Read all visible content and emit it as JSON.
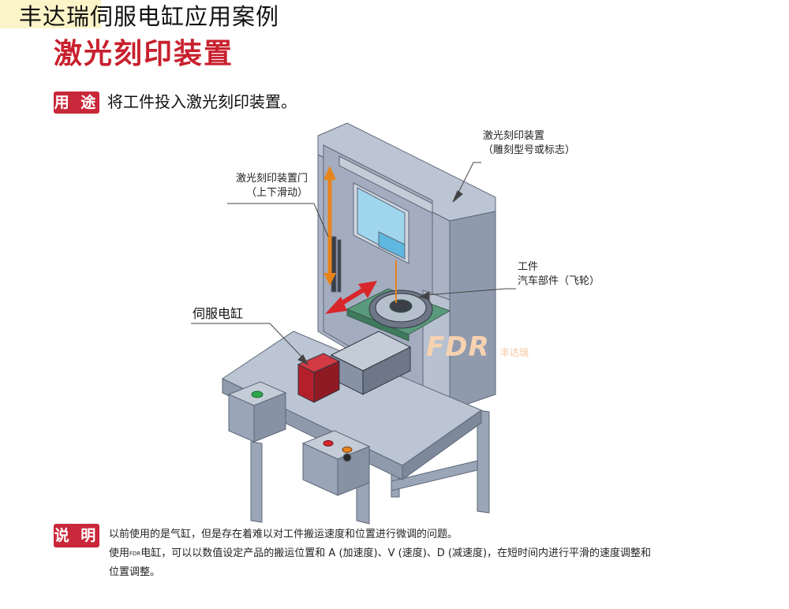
{
  "header": {
    "brand": "丰达瑞",
    "title_rest": "伺服电缸应用案例",
    "subtitle": "激光刻印装置"
  },
  "usage": {
    "badge": "用 途",
    "text": "将工件投入激光刻印装置。"
  },
  "diagram": {
    "callout_device_line1": "激光刻印装置",
    "callout_device_line2": "（雕刻型号或标志）",
    "callout_door_line1": "激光刻印装置门",
    "callout_door_line2": "（上下滑动）",
    "callout_workpiece_line1": "工件",
    "callout_workpiece_line2": "汽车部件（飞轮）",
    "callout_cylinder": "伺服电缸",
    "watermark_logo": "FDR",
    "watermark_text": "丰达瑞",
    "colors": {
      "machine_body": "#a9b3c4",
      "machine_dark": "#7d889a",
      "cylinder_red": "#b3202c",
      "arrow_orange": "#e8841c",
      "arrow_red": "#d8262b",
      "table_green": "#5a9a7c",
      "window_blue": "#9fd6ee"
    }
  },
  "notes": {
    "badge": "说 明",
    "line1": "以前使用的是气缸，但是存在着难以对工件搬运速度和位置进行微调的问题。",
    "line2_pre": "使用",
    "line2_mark": "FDR",
    "line2_post": "电缸，可以以数值设定产品的搬运位置和 A (加速度)、V (速度)、D (减速度)，在短时间内进行平滑的速度调整和",
    "line3": "位置调整。"
  }
}
